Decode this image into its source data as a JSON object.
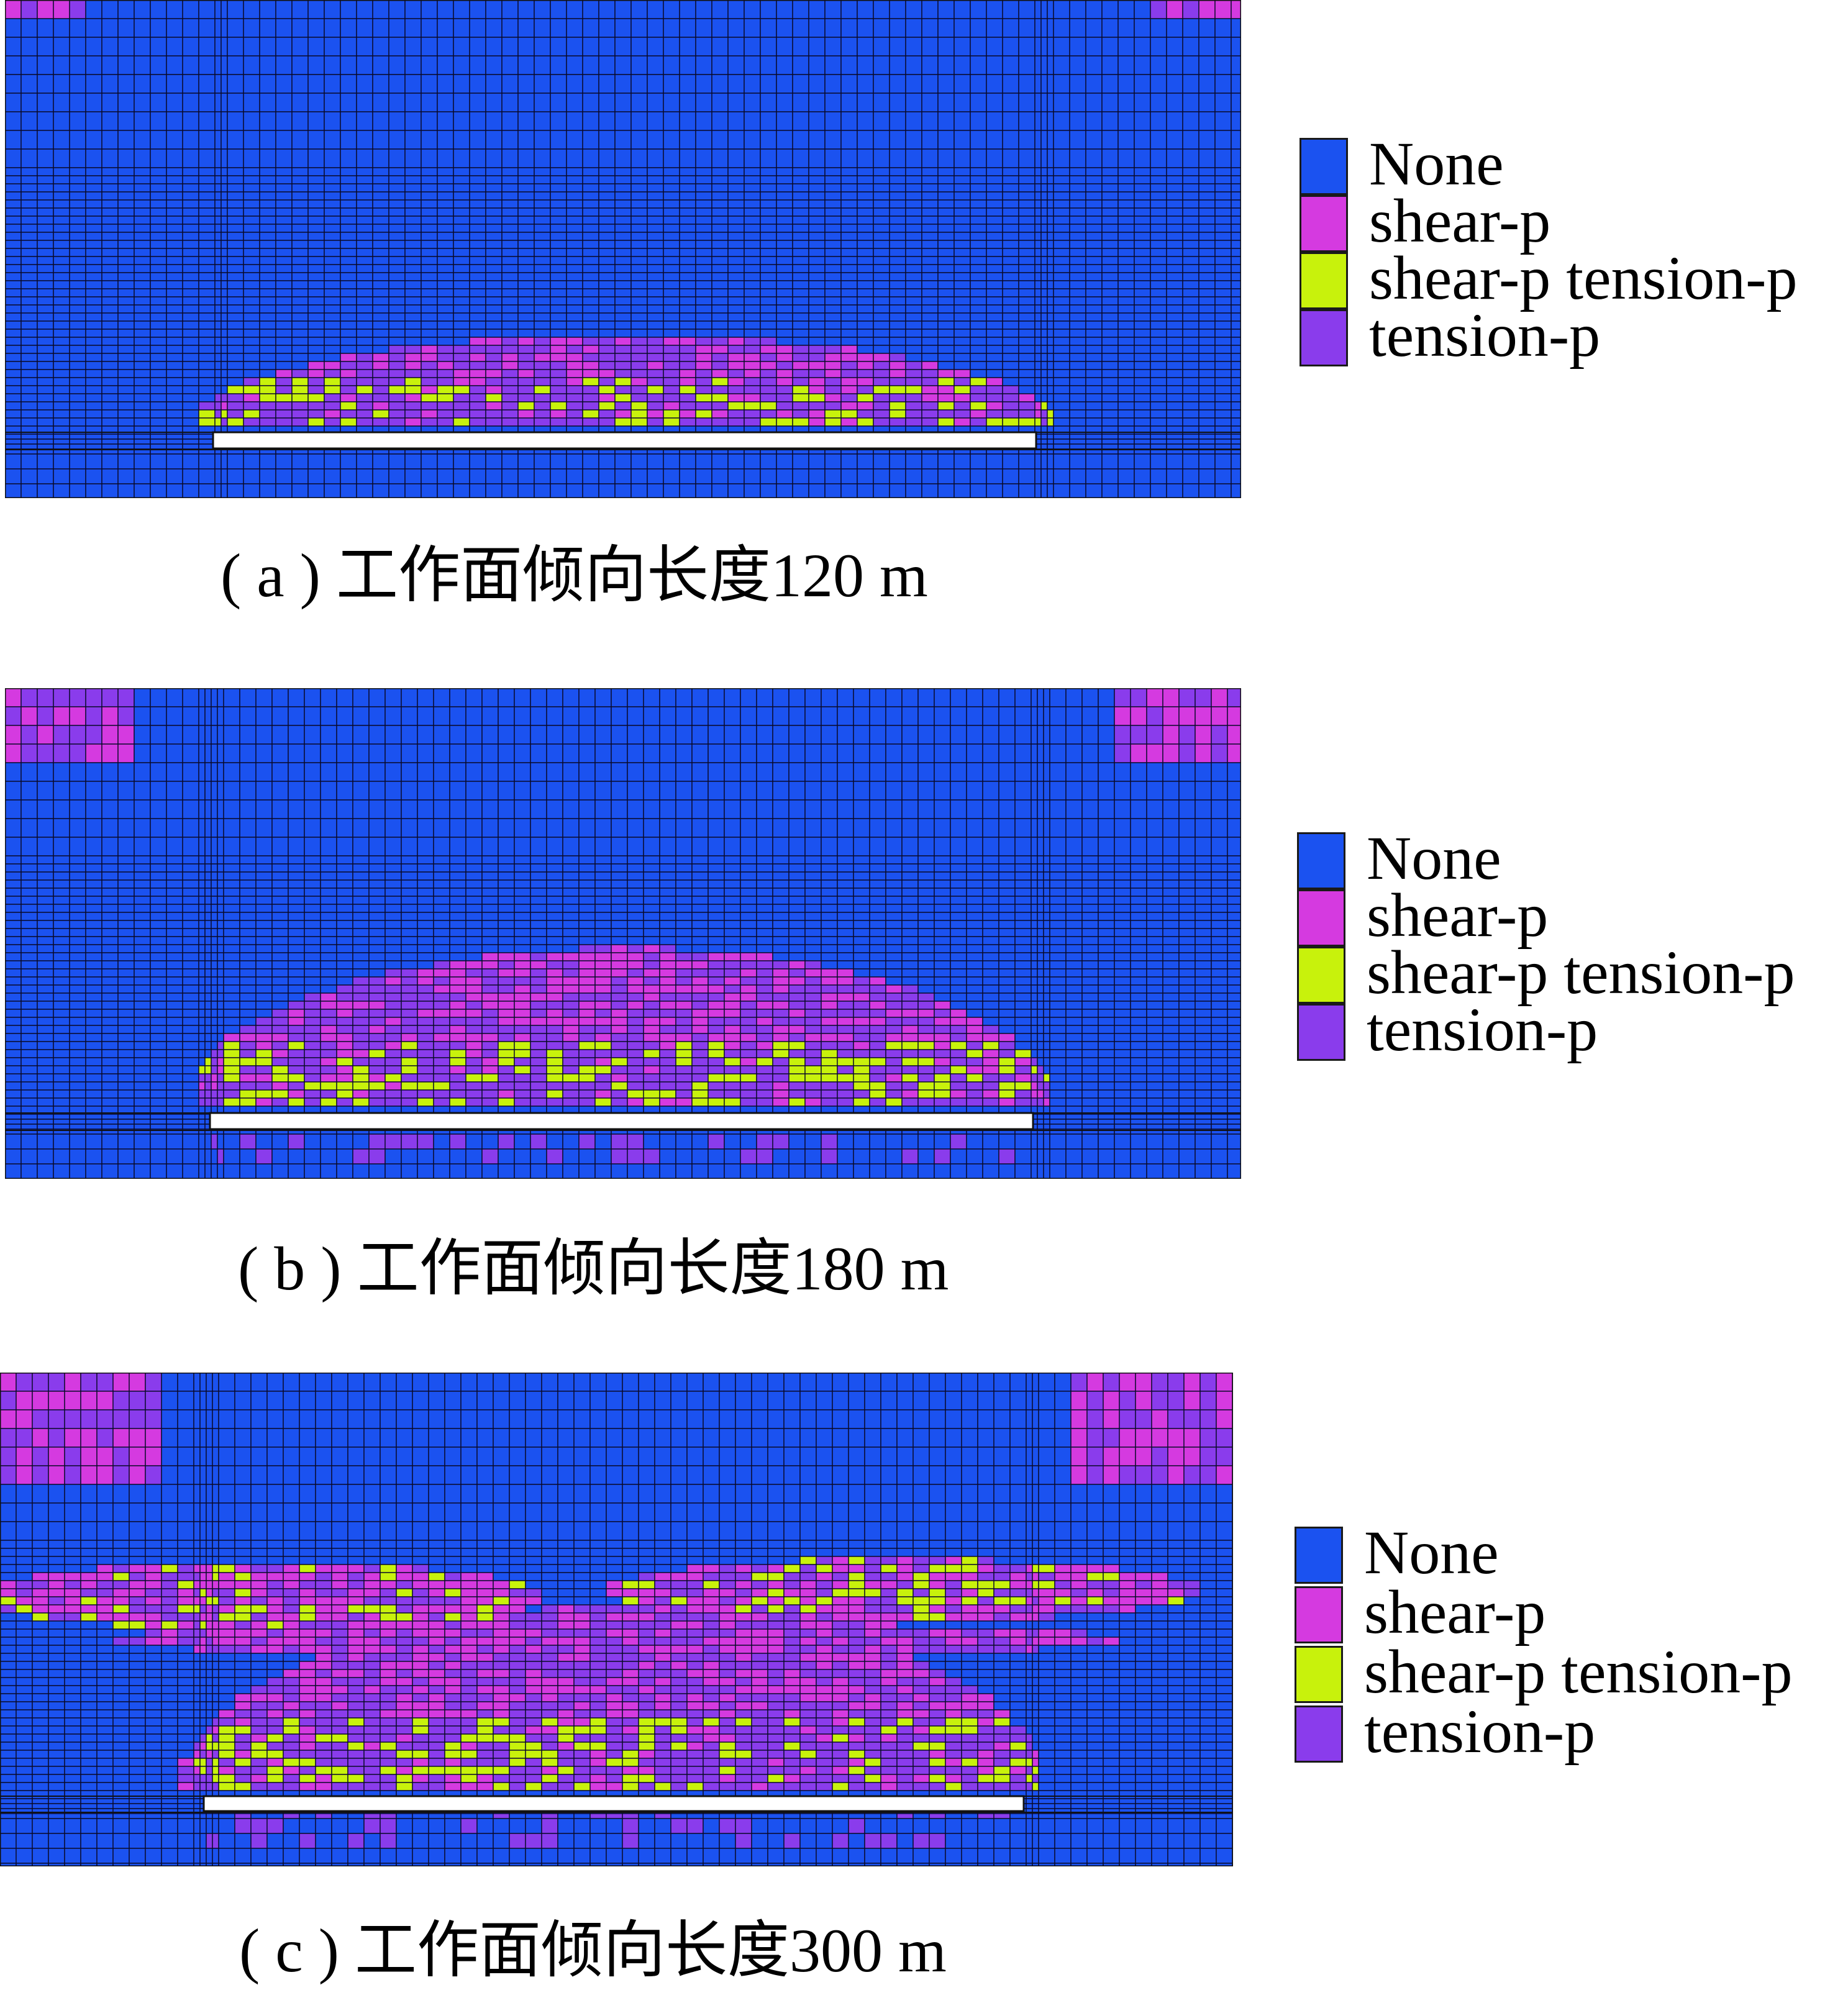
{
  "colors": {
    "None": "#1b52f0",
    "shear-p": "#d53ae0",
    "shear-p tension-p": "#c8f20c",
    "tension-p": "#8a3cec"
  },
  "chart_data": [
    {
      "type": "heatmap",
      "categories": [
        "None",
        "shear-p",
        "shear-p tension-p",
        "tension-p"
      ],
      "legend": {
        "placement": "right",
        "entries": [
          "None",
          "shear-p",
          "shear-p tension-p",
          "tension-p"
        ]
      },
      "caption": "( a ) 工作面倾向长度120 m",
      "panel_length_m": 120
    },
    {
      "type": "heatmap",
      "categories": [
        "None",
        "shear-p",
        "shear-p tension-p",
        "tension-p"
      ],
      "legend": {
        "placement": "right",
        "entries": [
          "None",
          "shear-p",
          "shear-p tension-p",
          "tension-p"
        ]
      },
      "caption": "( b ) 工作面倾向长度180 m",
      "panel_length_m": 180
    },
    {
      "type": "heatmap",
      "categories": [
        "None",
        "shear-p",
        "shear-p tension-p",
        "tension-p"
      ],
      "legend": {
        "placement": "right",
        "entries": [
          "None",
          "shear-p",
          "shear-p tension-p",
          "tension-p"
        ]
      },
      "caption": "( c ) 工作面倾向长度300 m",
      "panel_length_m": 300
    }
  ]
}
